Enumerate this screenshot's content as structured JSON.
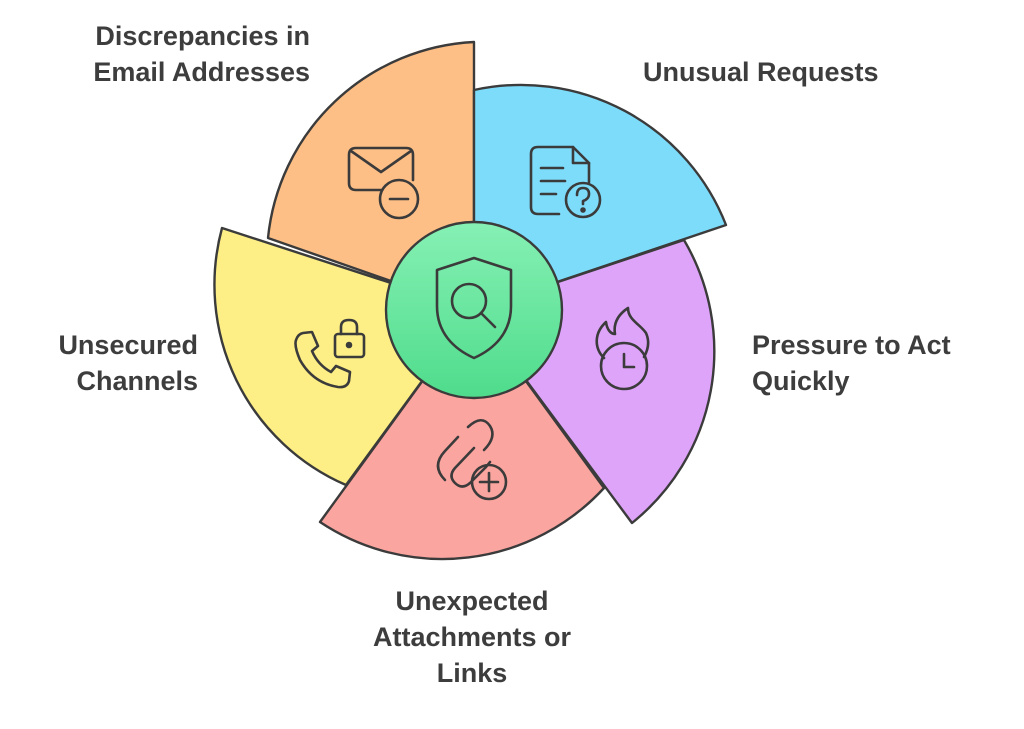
{
  "diagram": {
    "center": {
      "icon": "shield-search-icon",
      "color": "#6ee7a3"
    },
    "segments": [
      {
        "id": "email",
        "label_lines": [
          "Discrepancies in",
          "Email Addresses"
        ],
        "icon": "envelope-minus-icon",
        "color": "#fdbf86"
      },
      {
        "id": "requests",
        "label_lines": [
          "Unusual Requests"
        ],
        "icon": "document-question-icon",
        "color": "#7edcfb"
      },
      {
        "id": "pressure",
        "label_lines": [
          "Pressure to Act",
          "Quickly"
        ],
        "icon": "flame-clock-icon",
        "color": "#dea4f9"
      },
      {
        "id": "attachments",
        "label_lines": [
          "Unexpected",
          "Attachments or",
          "Links"
        ],
        "icon": "paperclip-plus-icon",
        "color": "#fba5a0"
      },
      {
        "id": "channels",
        "label_lines": [
          "Unsecured",
          "Channels"
        ],
        "icon": "phone-lock-icon",
        "color": "#fdef86"
      }
    ]
  }
}
